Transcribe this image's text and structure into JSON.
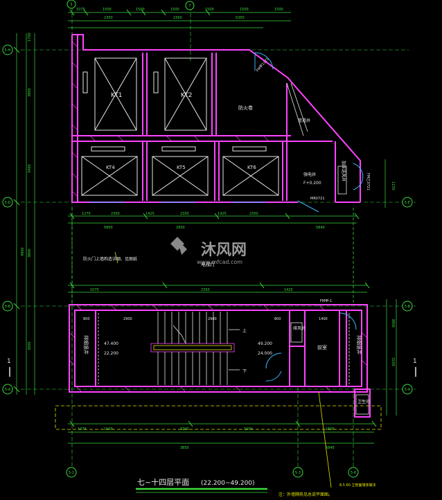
{
  "drawing": {
    "title": "七~十四层平面",
    "elevation_range": "(22.200~49.200)",
    "note": "注：外墙隔热见总说平面图。",
    "bottom_callout": "8.5 60 立剖面墙体做法",
    "colors": {
      "wall": "#ff44ff",
      "dimension": "#3ddc3d",
      "text": "#e8e8e8",
      "door": "#38b8ff",
      "annotation": "#e6e600",
      "axis": "#3ddc3d"
    }
  },
  "axes": {
    "top": [
      "5",
      "7"
    ],
    "bottom": [
      "5-1",
      "5-3",
      "5-6"
    ],
    "left": [
      "5-H",
      "5-D",
      "5-B",
      "5-A"
    ],
    "right": [
      "5-E",
      "5-B",
      "5-A"
    ],
    "section_mark": "1"
  },
  "rooms": {
    "lift1": "KT1",
    "lift2": "KT2",
    "lift4": "KT4",
    "lift5": "KT5",
    "lift6": "KT6",
    "machine_room": "防火卷",
    "lobby": "电梯厅",
    "lobby_note": "防火门上墙构造详细、见图纸",
    "shaft_left": "排烟竖井",
    "shaft_right": "排烟竖井",
    "pipe_room": "管道井",
    "pipe_elev": "F+0.200",
    "stair_upper": "47.400",
    "stair_lower": "22.200",
    "landing_upper": "49.200",
    "landing_lower": "24.000",
    "wc": "卫生间",
    "front_room": "前室",
    "duct": "加压送风井",
    "fan": "排风机",
    "elec": "强电井",
    "door_tag_top": "FM甲1121",
    "door_tag_mid": "FM甲-1",
    "door_tag_side": "FM乙0721",
    "window_tag": "MR0721",
    "up_label": "上",
    "dn_label": "下"
  },
  "dimensions": {
    "top_row": [
      "1075",
      "1500",
      "1500",
      "1500",
      "1500",
      "1500",
      "1500"
    ],
    "row_a": [
      "2350",
      "2350",
      "5350"
    ],
    "row_b": [
      "1275",
      "2300",
      "1425",
      "2350",
      "1425",
      "2350"
    ],
    "mid_row": [
      "5800",
      "2950",
      "5840"
    ],
    "lobby_row": [
      "1075",
      "2350",
      "1425"
    ],
    "stair_row": [
      "800",
      "2900",
      "2900",
      "800",
      "1400"
    ],
    "bottom_row_a": [
      "1075",
      "1500",
      "3200",
      "1500",
      "1600"
    ],
    "bottom_row_b": [
      "3850",
      "5840"
    ],
    "left_col": [
      "1700",
      "3900",
      "3400",
      "4900",
      "3800",
      "3000"
    ],
    "right_col": [
      "1150",
      "3800",
      "3200"
    ]
  },
  "watermark": {
    "brand": "沐风网",
    "url": "www.mfcad.com"
  }
}
